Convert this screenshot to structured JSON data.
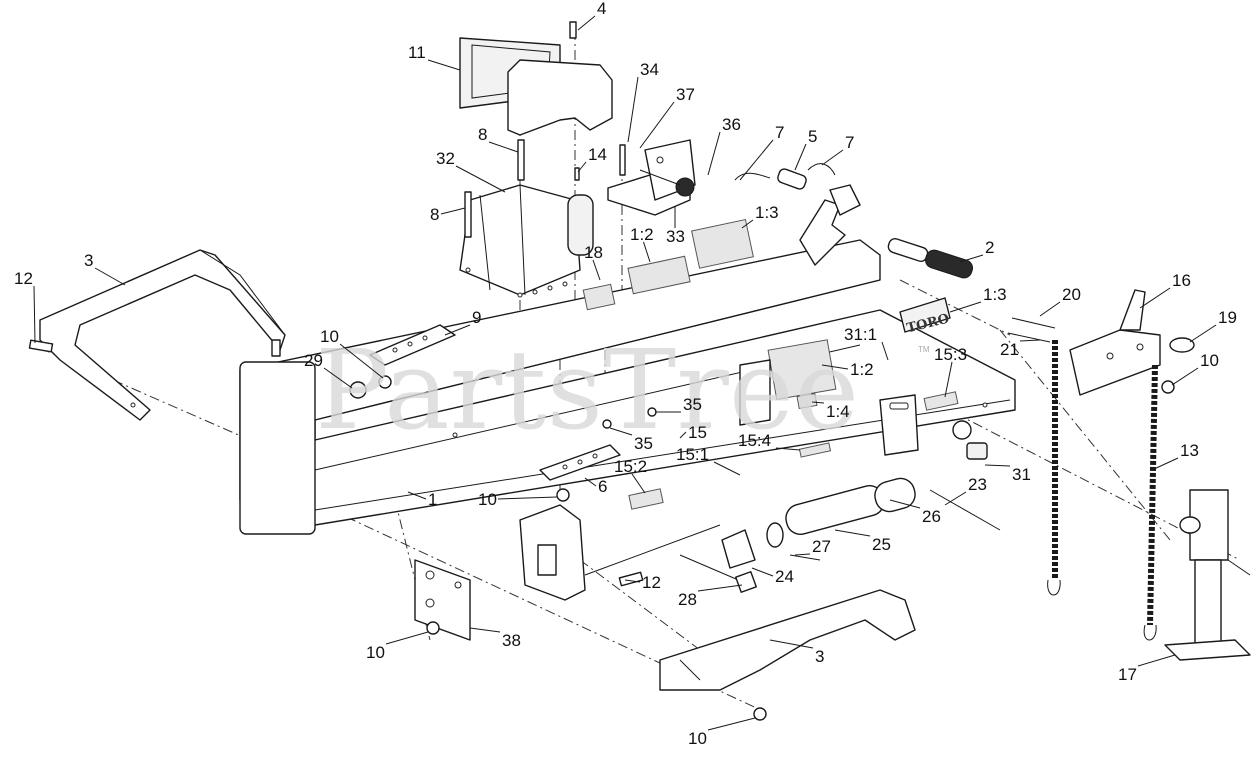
{
  "watermark": {
    "text": "PartsTree",
    "tm": "TM"
  },
  "logo": {
    "text": "TORO"
  },
  "callouts": [
    {
      "id": "c-4",
      "label": "4"
    },
    {
      "id": "c-11",
      "label": "11"
    },
    {
      "id": "c-34",
      "label": "34"
    },
    {
      "id": "c-37",
      "label": "37"
    },
    {
      "id": "c-36",
      "label": "36"
    },
    {
      "id": "c-7a",
      "label": "7"
    },
    {
      "id": "c-5",
      "label": "5"
    },
    {
      "id": "c-7b",
      "label": "7"
    },
    {
      "id": "c-8a",
      "label": "8"
    },
    {
      "id": "c-14",
      "label": "14"
    },
    {
      "id": "c-32",
      "label": "32"
    },
    {
      "id": "c-8b",
      "label": "8"
    },
    {
      "id": "c-1-3a",
      "label": "1:3"
    },
    {
      "id": "c-1-2a",
      "label": "1:2"
    },
    {
      "id": "c-33",
      "label": "33"
    },
    {
      "id": "c-18",
      "label": "18"
    },
    {
      "id": "c-2",
      "label": "2"
    },
    {
      "id": "c-3a",
      "label": "3"
    },
    {
      "id": "c-12a",
      "label": "12"
    },
    {
      "id": "c-1-3b",
      "label": "1:3"
    },
    {
      "id": "c-20",
      "label": "20"
    },
    {
      "id": "c-16",
      "label": "16"
    },
    {
      "id": "c-19",
      "label": "19"
    },
    {
      "id": "c-9",
      "label": "9"
    },
    {
      "id": "c-31-1",
      "label": "31:1"
    },
    {
      "id": "c-21",
      "label": "21"
    },
    {
      "id": "c-10a",
      "label": "10"
    },
    {
      "id": "c-10b",
      "label": "10"
    },
    {
      "id": "c-29",
      "label": "29"
    },
    {
      "id": "c-15-3",
      "label": "15:3"
    },
    {
      "id": "c-1-2b",
      "label": "1:2"
    },
    {
      "id": "c-35a",
      "label": "35"
    },
    {
      "id": "c-1-4",
      "label": "1:4"
    },
    {
      "id": "c-15",
      "label": "15"
    },
    {
      "id": "c-35b",
      "label": "35"
    },
    {
      "id": "c-15-1",
      "label": "15:1"
    },
    {
      "id": "c-15-4",
      "label": "15:4"
    },
    {
      "id": "c-13",
      "label": "13"
    },
    {
      "id": "c-15-2",
      "label": "15:2"
    },
    {
      "id": "c-31",
      "label": "31"
    },
    {
      "id": "c-1",
      "label": "1"
    },
    {
      "id": "c-6",
      "label": "6"
    },
    {
      "id": "c-23",
      "label": "23"
    },
    {
      "id": "c-10c",
      "label": "10"
    },
    {
      "id": "c-26",
      "label": "26"
    },
    {
      "id": "c-25",
      "label": "25"
    },
    {
      "id": "c-27",
      "label": "27"
    },
    {
      "id": "c-24",
      "label": "24"
    },
    {
      "id": "c-12b",
      "label": "12"
    },
    {
      "id": "c-28",
      "label": "28"
    },
    {
      "id": "c-38",
      "label": "38"
    },
    {
      "id": "c-10d",
      "label": "10"
    },
    {
      "id": "c-3b",
      "label": "3"
    },
    {
      "id": "c-17",
      "label": "17"
    },
    {
      "id": "c-10e",
      "label": "10"
    }
  ]
}
